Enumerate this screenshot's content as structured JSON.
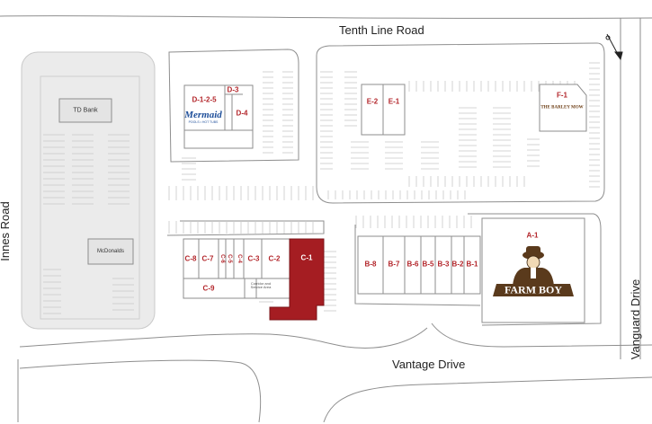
{
  "roads": {
    "tenth_line": "Tenth Line Road",
    "innes": "Innes Road",
    "vantage": "Vantage Drive",
    "vanguard": "Vanguard Drive"
  },
  "pads": {
    "td_bank": "TD Bank",
    "mcdonalds": "McDonalds"
  },
  "units": {
    "d125": "D-1-2-5",
    "d3": "D-3",
    "d4": "D-4",
    "e2": "E-2",
    "e1": "E-1",
    "f1": "F-1",
    "a1": "A-1",
    "c8": "C-8",
    "c7": "C-7",
    "c6": "C-6",
    "c5": "C-5",
    "c4": "C-4",
    "c3": "C-3",
    "c2": "C-2",
    "c1": "C-1",
    "c9": "C-9",
    "b8": "B-8",
    "b7": "B-7",
    "b6": "B-6",
    "b5": "B-5",
    "b3": "B-3",
    "b2": "B-2",
    "b1": "B-1"
  },
  "tenants": {
    "mermaid": "Mermaid",
    "mermaid_sub": "POOLS • HOT TUBS",
    "barley_mow": "THE BARLEY MOW",
    "farm_boy": "FARM BOY"
  },
  "corridor": {
    "line1": "Corridor and",
    "line2": "Service Area"
  },
  "colors": {
    "highlight_unit": "#a51d22",
    "unit_label": "#b3262b",
    "farm_boy_brown": "#5a3a1c"
  },
  "icons": {
    "north_arrow": "compass-arrow-icon"
  }
}
